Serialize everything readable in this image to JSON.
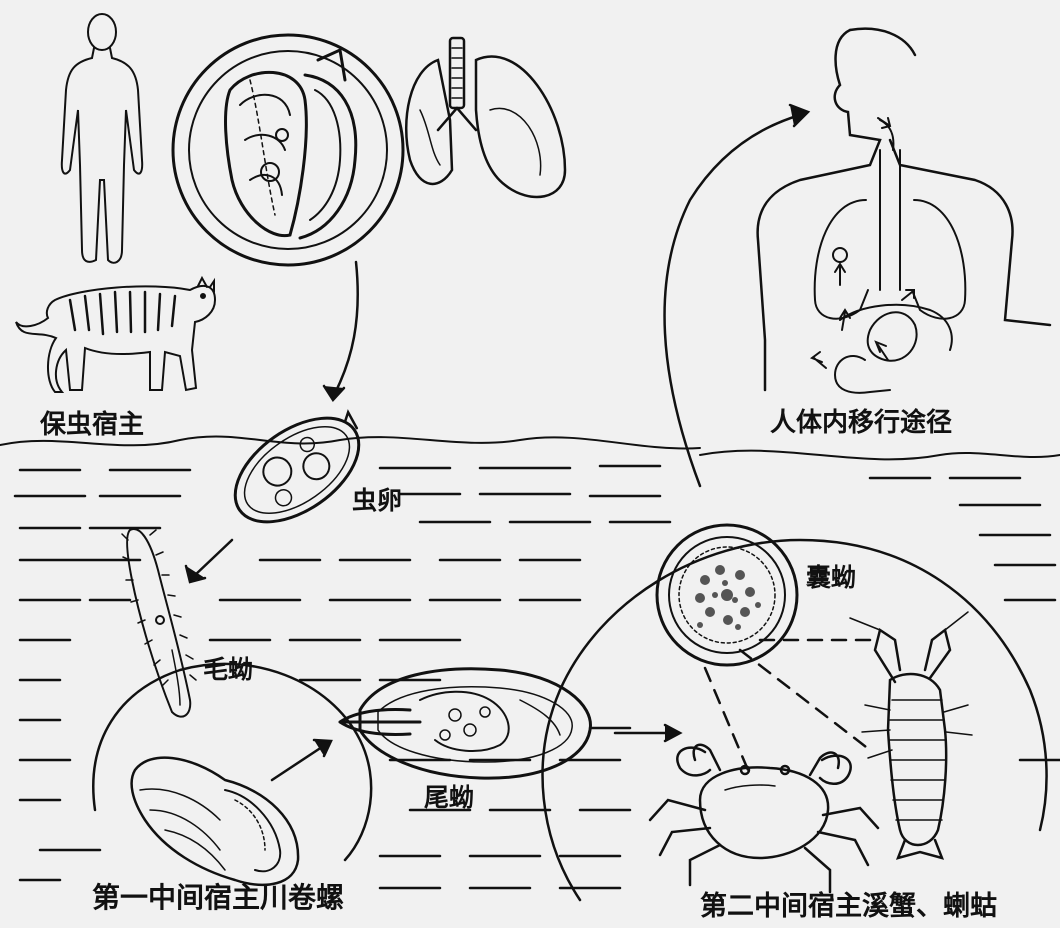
{
  "labels": {
    "definitive_host": "保虫宿主",
    "egg": "虫卵",
    "miracidium": "毛蚴",
    "cercaria": "尾蚴",
    "metacercaria": "囊蚴",
    "migration_path": "人体内移行途径",
    "first_intermediate_host": "第一中间宿主川卷螺",
    "second_intermediate_host": "第二中间宿主溪蟹、蝲蛄"
  },
  "colors": {
    "background": "#f1f1f1",
    "ink": "#111111"
  }
}
